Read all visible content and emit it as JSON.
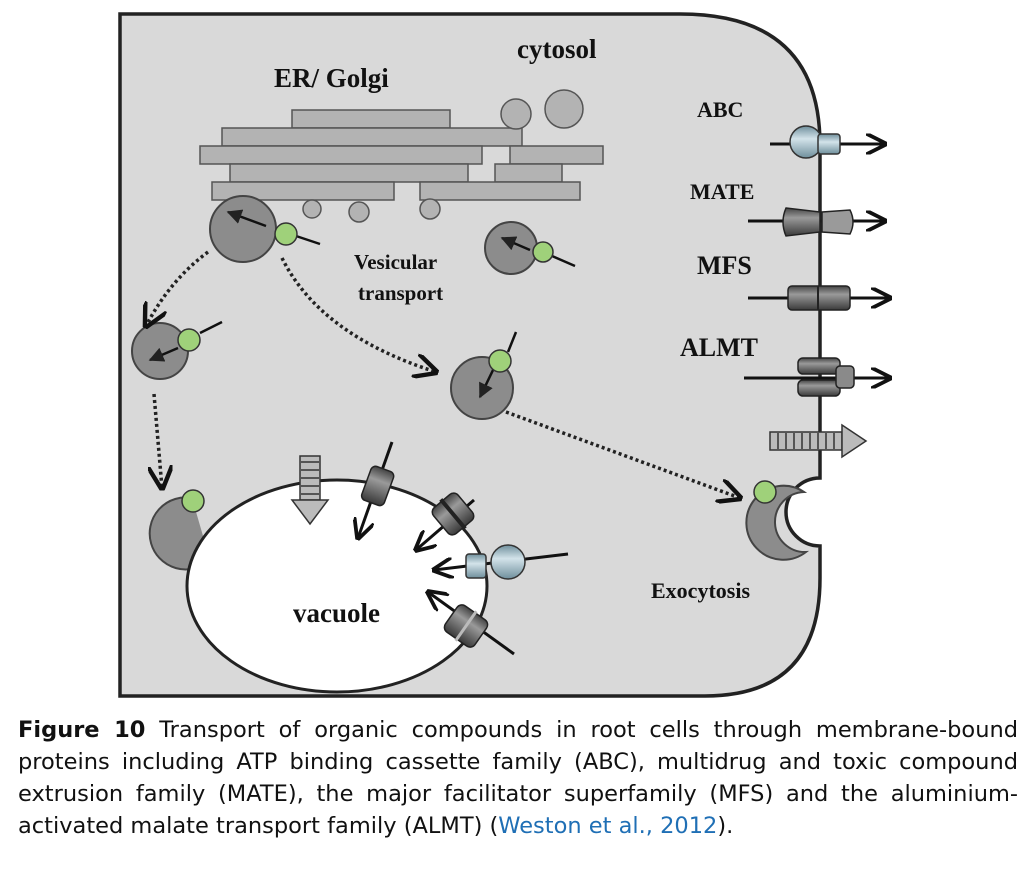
{
  "diagram": {
    "labels": {
      "cytosol": "cytosol",
      "er_golgi": "ER/ Golgi",
      "vesicular": "Vesicular",
      "transport": "transport",
      "abc": "ABC",
      "mate": "MATE",
      "mfs": "MFS",
      "almt": "ALMT",
      "vacuole": "vacuole",
      "exocytosis": "Exocytosis"
    },
    "colors": {
      "cell_fill": "#d9d9d9",
      "membrane": "#222222",
      "vesicle_fill": "#8c8c8c",
      "cargo_green": "#9fd17a",
      "abc_blue": "#a9c4cf",
      "stack_fill": "#b3b3b3"
    }
  },
  "caption": {
    "figure_label": "Figure 10",
    "text": " Transport of organic compounds in root cells through membrane-bound proteins including ATP binding cassette family (ABC), multidrug and toxic compound extrusion family (MATE), the major facilitator superfamily (MFS) and the aluminium-activated malate transport family (ALMT) (",
    "citation": "Weston et al., 2012",
    "closing": ")."
  }
}
